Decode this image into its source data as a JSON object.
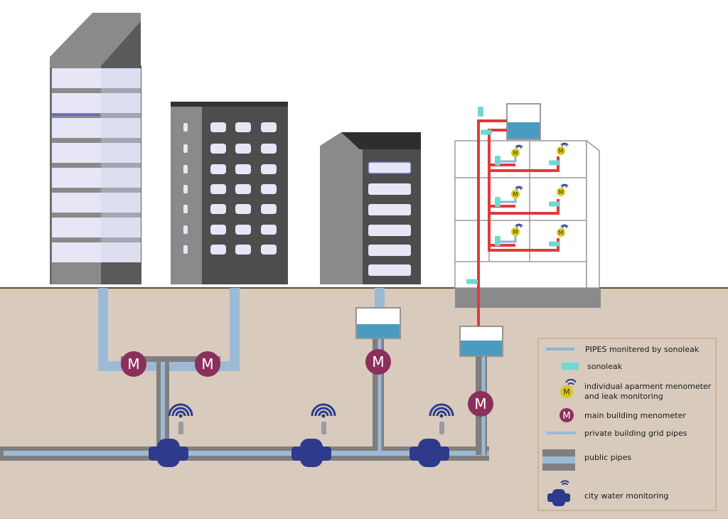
{
  "scene": {
    "colors": {
      "sky": "#ffffff",
      "ground": "#d8cbbd",
      "ground_line": "#6b4a2a",
      "monitored_pipe": "#8fb3d1",
      "private_pipe": "#9cbad6",
      "public_pipe": "#7f7f7f",
      "riser_pipe": "#e03a3a",
      "sonoleak": "#6fd8cf",
      "main_meter": "#8b2f5b",
      "individual_meter": "#d8c81c",
      "city_monitor": "#2e3b8c",
      "tank_water": "#4a9bbf",
      "window": "#e6e6f6",
      "building_light": "#8a8a8a",
      "building_dark": "#4d4d4d"
    },
    "meter_letter": "M",
    "individual_meter_letter": "M",
    "icons": {
      "main_meter": "meter-circle-icon",
      "individual_meter": "individual-meter-icon",
      "sonoleak": "sonoleak-sensor-icon",
      "city_monitor": "valve-icon",
      "wireless": "wifi-icon",
      "tank": "water-tank-icon"
    }
  },
  "legend": {
    "items": [
      {
        "label": "PIPES monitered by sonoleak"
      },
      {
        "label": "sonoleak"
      },
      {
        "label_line1": "individual aparment menometer",
        "label_line2": "and leak monitoring"
      },
      {
        "label": "main building menometer"
      },
      {
        "label": "private building grid pipes"
      },
      {
        "label": "public pipes"
      },
      {
        "label": "city water monitoring"
      }
    ]
  }
}
